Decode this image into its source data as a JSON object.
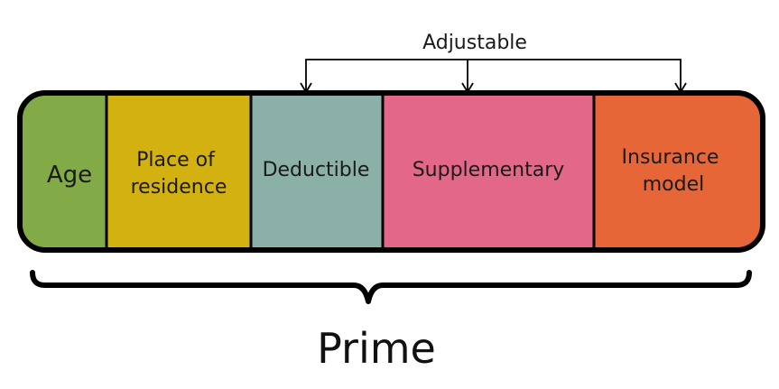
{
  "top_label": "Adjustable",
  "bottom_label": "Prime",
  "segments": [
    {
      "id": "age",
      "lines": [
        "Age"
      ],
      "color": "#82aa47"
    },
    {
      "id": "place",
      "lines": [
        "Place of",
        "residence"
      ],
      "color": "#d3b110"
    },
    {
      "id": "deductible",
      "lines": [
        "Deductible"
      ],
      "color": "#8bb0a7"
    },
    {
      "id": "supplementary",
      "lines": [
        "Supplementary"
      ],
      "color": "#e26789"
    },
    {
      "id": "model",
      "lines": [
        "Insurance",
        "model"
      ],
      "color": "#e66637"
    }
  ],
  "adjustable_targets": [
    "deductible",
    "supplementary",
    "model"
  ],
  "colors": {
    "outline": "#000000"
  }
}
